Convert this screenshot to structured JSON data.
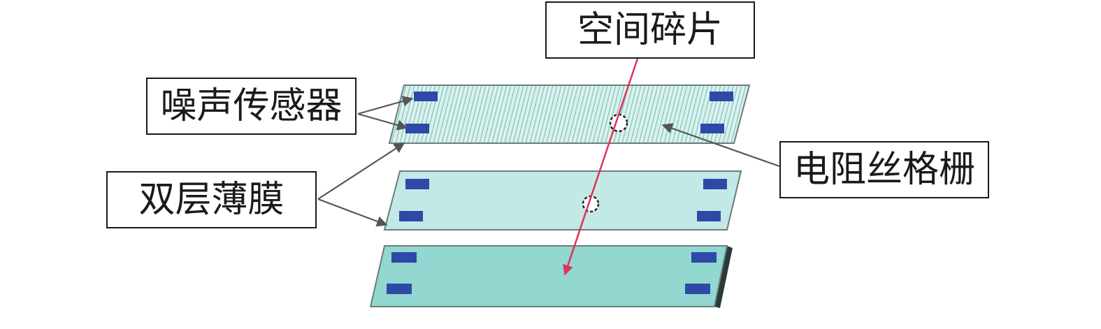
{
  "labels": {
    "space_debris": "空间碎片",
    "noise_sensor": "噪声传感器",
    "double_layer_film": "双层薄膜",
    "resistance_grid": "电阻丝格栅"
  },
  "colors": {
    "top_film": "#ddf1ee",
    "grid_line": "#8fcfc6",
    "middle_film": "#c2e9e5",
    "bottom_film": "#92d7d0",
    "electrode": "#2e49a8",
    "trajectory": "#e0305a",
    "outline": "#555555",
    "pointer": "#555555"
  }
}
